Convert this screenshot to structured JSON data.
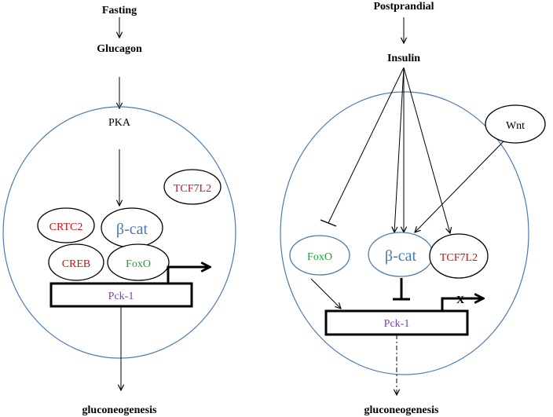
{
  "left": {
    "fasting": "Fasting",
    "glucagon": "Glucagon",
    "pka": "PKA",
    "tcf7l2": "TCF7L2",
    "crtc2": "CRTC2",
    "bcat": "β-cat",
    "creb": "CREB",
    "foxo": "FoxO",
    "pck1": "Pck-1",
    "output": "gluconeogenesis"
  },
  "right": {
    "postprandial": "Postprandial",
    "insulin": "Insulin",
    "wnt": "Wnt",
    "foxo": "FoxO",
    "bcat": "β-cat",
    "tcf7l2": "TCF7L2",
    "pck1": "Pck-1",
    "blocked_mark": "X",
    "output": "gluconeogenesis"
  },
  "colors": {
    "cell_outline": "#4a7ab5",
    "red_label": "#cc1111",
    "blue_label": "#4a78b0",
    "green_label": "#1f9e3a",
    "purple_label": "#7b3fa5"
  }
}
